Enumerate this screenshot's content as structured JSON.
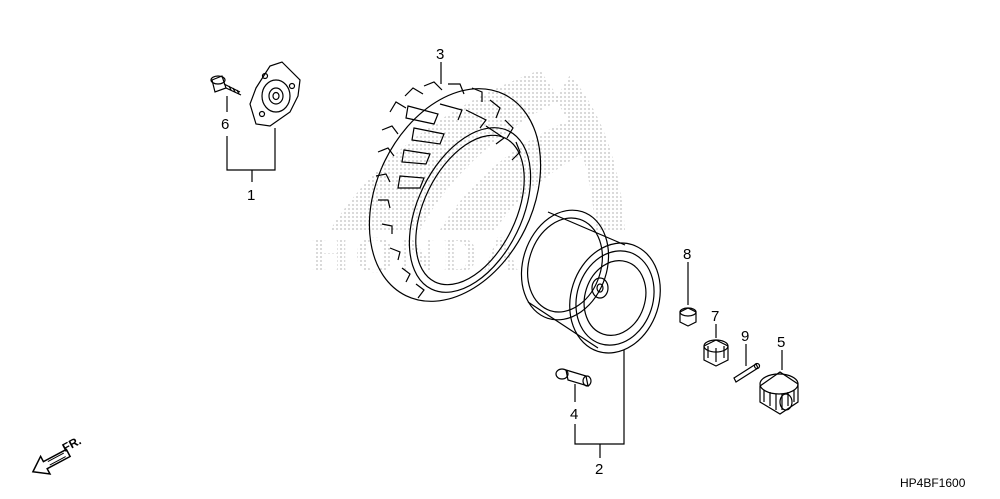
{
  "diagram": {
    "part_labels": {
      "hub": "1",
      "wheel_assembly": "2",
      "tire": "3",
      "valve": "4",
      "cap_nut": "5",
      "bolt": "6",
      "castle_nut": "7",
      "hex_nut": "8",
      "cotter_pin": "9"
    },
    "direction_label": "FR.",
    "diagram_code": "HP4BF1600",
    "watermark_text": "HONDA",
    "colors": {
      "line": "#000000",
      "watermark": "#c9c9c9",
      "background": "#ffffff"
    }
  }
}
